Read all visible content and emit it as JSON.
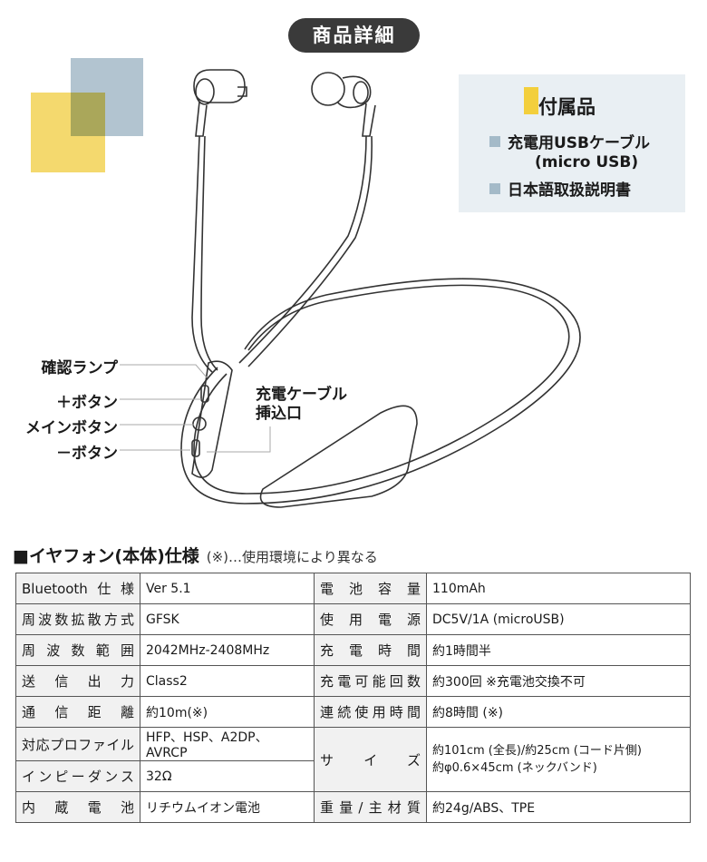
{
  "header": {
    "title": "商品詳細"
  },
  "accessories": {
    "title": "付属品",
    "items": [
      "充電用USBケーブル",
      "(micro USB)",
      "日本語取扱説明書"
    ]
  },
  "callouts": {
    "lamp": "確認ランプ",
    "plus": "＋ボタン",
    "main": "メインボタン",
    "minus": "－ボタン",
    "cable_line1": "充電ケーブル",
    "cable_line2": "挿込口"
  },
  "spec": {
    "title": "■イヤフォン(本体)仕様",
    "note": "(※)…使用環境により異なる",
    "rows": [
      {
        "k1": "Bluetooth仕様",
        "v1": "Ver 5.1",
        "k2": "電池容量",
        "v2": "110mAh"
      },
      {
        "k1": "周波数拡散方式",
        "v1": "GFSK",
        "k2": "使用電源",
        "v2": "DC5V/1A (microUSB)"
      },
      {
        "k1": "周波数範囲",
        "v1": "2042MHz-2408MHz",
        "k2": "充電時間",
        "v2": "約1時間半"
      },
      {
        "k1": "送信出力",
        "v1": "Class2",
        "k2": "充電可能回数",
        "v2": "約300回 ※充電池交換不可"
      },
      {
        "k1": "通信距離",
        "v1": "約10m(※)",
        "k2": "連続使用時間",
        "v2": "約8時間 (※)"
      },
      {
        "k1": "対応プロファイル",
        "v1": "HFP、HSP、A2DP、AVRCP",
        "k2": "サイズ",
        "v2a": "約101cm (全長)/約25cm (コード片側)",
        "v2b": "約φ0.6×45cm (ネックバンド)"
      },
      {
        "k1": "インピーダンス",
        "v1": "32Ω"
      },
      {
        "k1": "内蔵電池",
        "v1": "リチウムイオン電池",
        "k2": "重量/主材質",
        "v2": "約24g/ABS、TPE"
      }
    ]
  }
}
